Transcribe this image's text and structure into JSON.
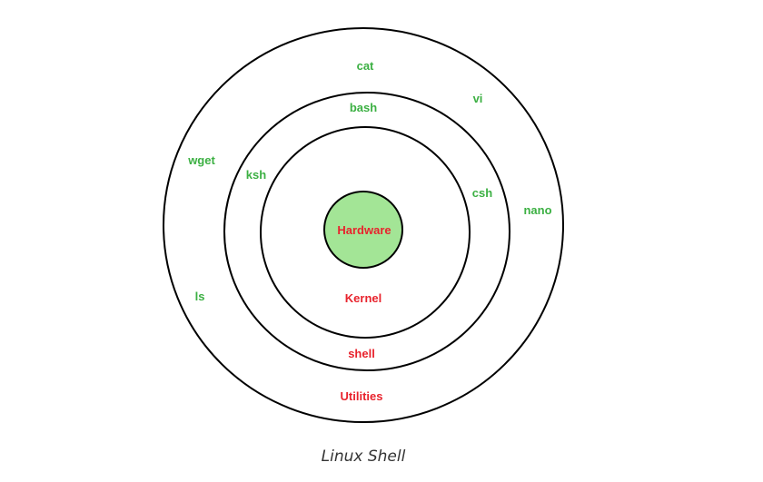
{
  "diagram": {
    "rings": {
      "hardware": "Hardware",
      "kernel": "Kernel",
      "shell": "shell",
      "utilities": "Utilities"
    },
    "shells": {
      "bash": "bash",
      "ksh": "ksh",
      "csh": "csh"
    },
    "utilities": {
      "cat": "cat",
      "vi": "vi",
      "wget": "wget",
      "nano": "nano",
      "ls": "ls"
    }
  },
  "caption": "Linux Shell",
  "colors": {
    "label_green": "#3cb043",
    "label_red": "#e8232d",
    "hardware_fill": "#a3e596",
    "stroke": "#000000"
  }
}
